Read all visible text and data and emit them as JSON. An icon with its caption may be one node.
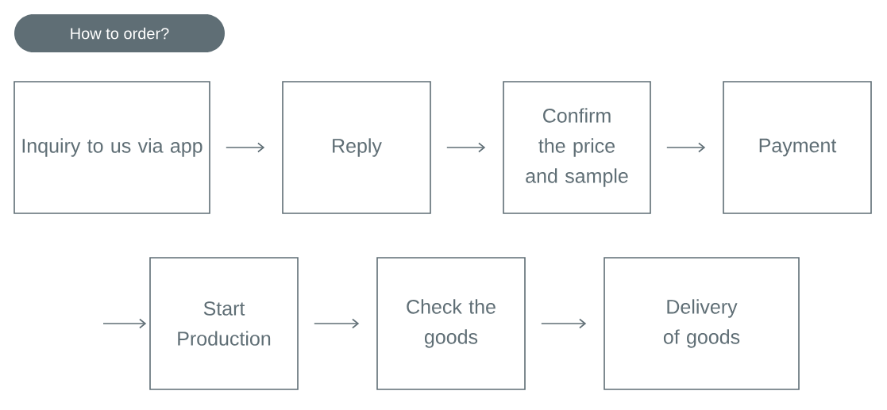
{
  "diagram": {
    "title": "How to order?",
    "nodes": [
      {
        "text": [
          "Inquiry to us via app"
        ]
      },
      {
        "text": [
          "Reply"
        ]
      },
      {
        "text": [
          "Confirm the price and sample"
        ]
      },
      {
        "text": [
          "Payment"
        ]
      },
      {
        "text": [
          "Start Production"
        ]
      },
      {
        "text": [
          "Check the goods"
        ]
      },
      {
        "text": [
          "Delivery of goods"
        ]
      }
    ],
    "edges": [
      {
        "from": 0,
        "to": 1,
        "arrow": "to"
      },
      {
        "from": 1,
        "to": 2,
        "arrow": "to"
      },
      {
        "from": 2,
        "to": 3,
        "arrow": "to"
      },
      {
        "from": null,
        "to": 4,
        "arrow": "to"
      },
      {
        "from": 4,
        "to": 5,
        "arrow": "to"
      },
      {
        "from": 5,
        "to": 6,
        "arrow": "to"
      }
    ]
  }
}
